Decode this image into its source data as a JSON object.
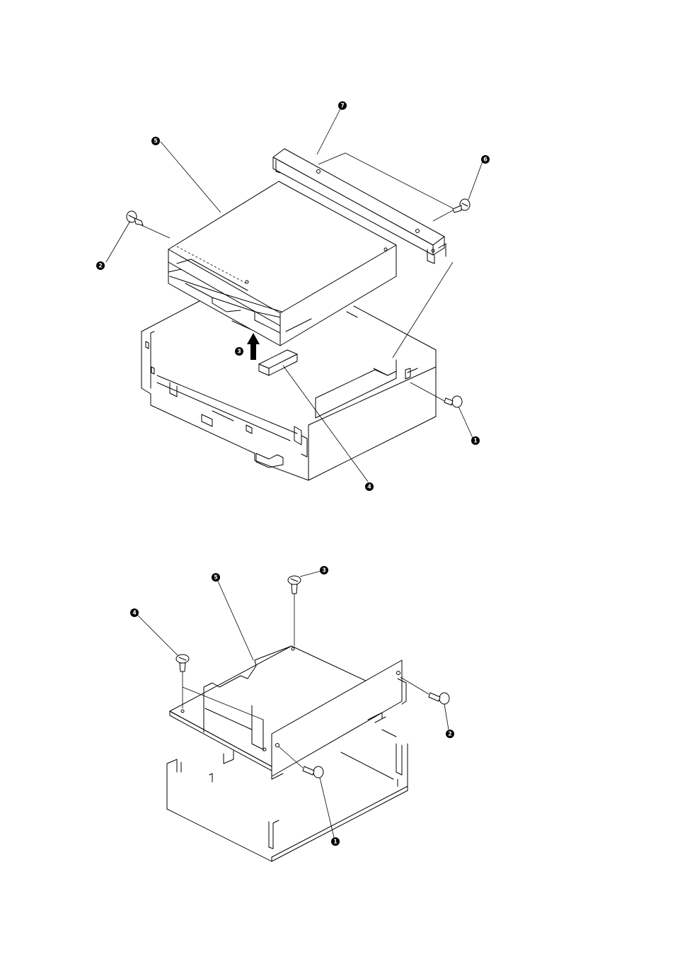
{
  "diagrams": [
    {
      "name": "upper-assembly",
      "callouts": [
        "1",
        "2",
        "3",
        "4",
        "5",
        "6",
        "7"
      ]
    },
    {
      "name": "lower-assembly",
      "callouts": [
        "1",
        "2",
        "3",
        "4",
        "5"
      ]
    }
  ]
}
